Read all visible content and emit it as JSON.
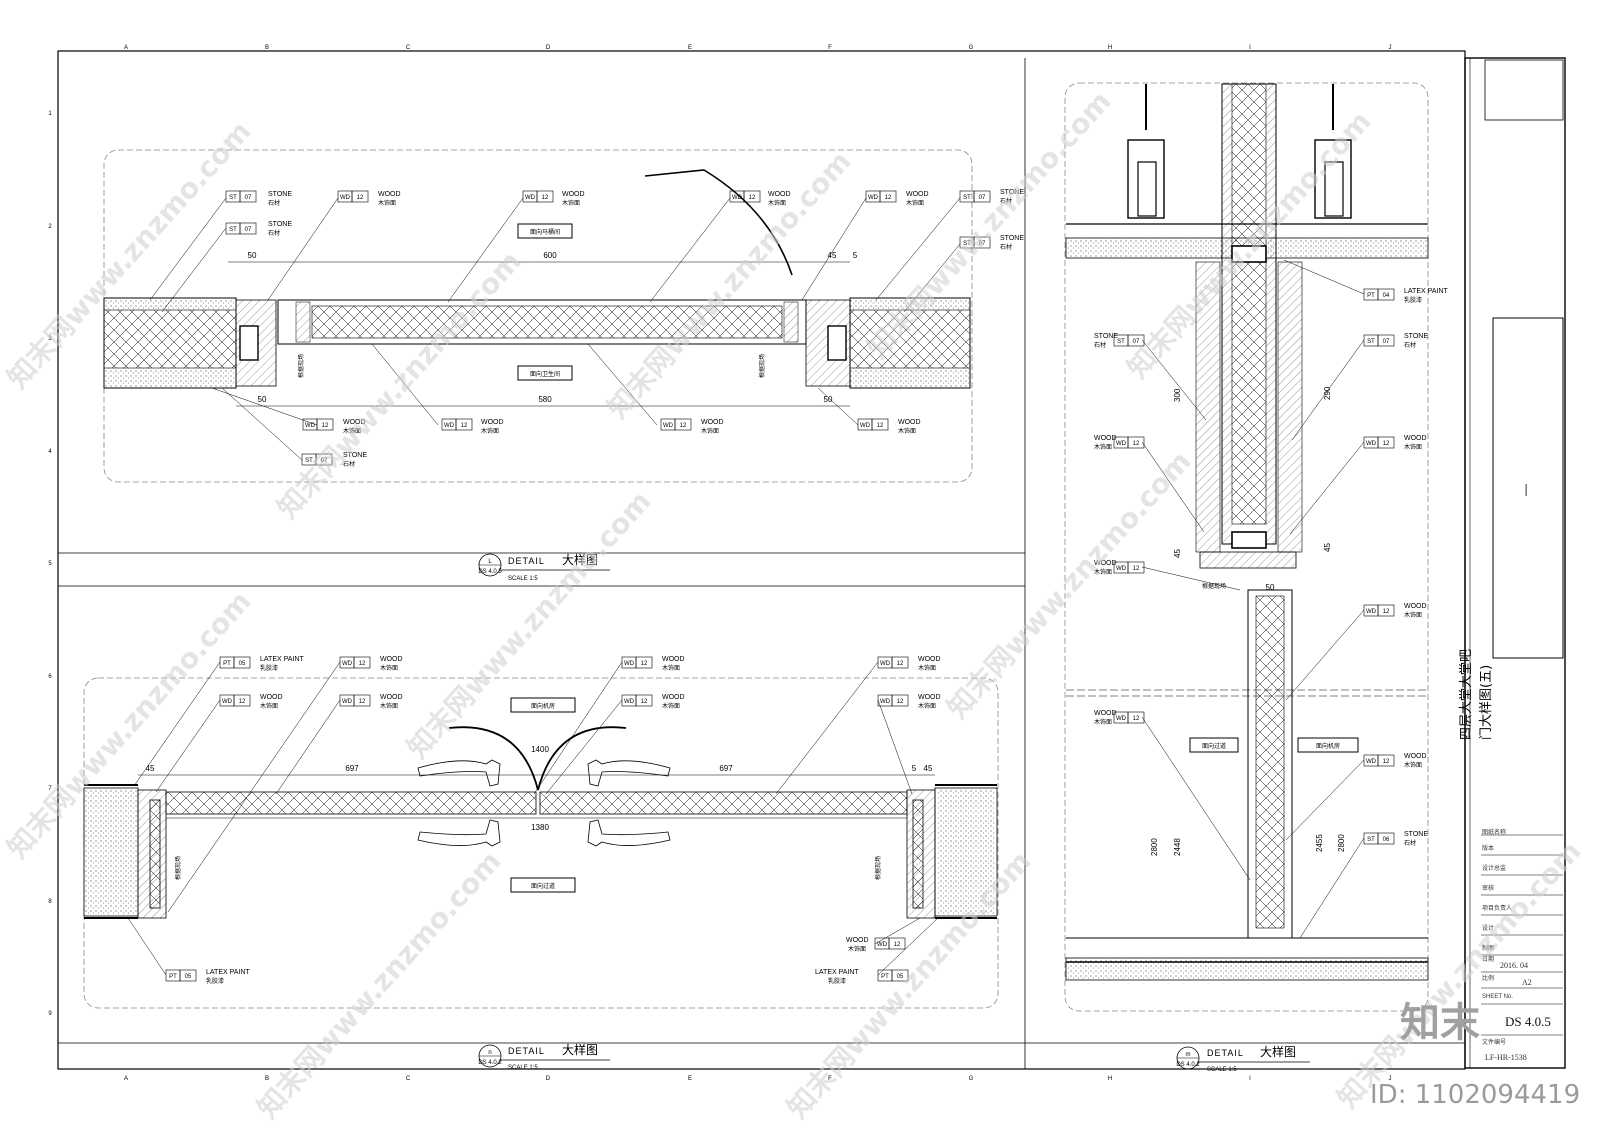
{
  "grid": {
    "columns": [
      "A",
      "B",
      "C",
      "D",
      "E",
      "F",
      "G",
      "H",
      "I",
      "J"
    ],
    "rows": [
      "1",
      "2",
      "3",
      "4",
      "5",
      "6",
      "7",
      "8",
      "9"
    ]
  },
  "tags": {
    "st07": {
      "code": "ST",
      "num": "07",
      "en": "STONE",
      "cn": "石材"
    },
    "st06": {
      "code": "ST",
      "num": "06",
      "en": "STONE",
      "cn": "石材"
    },
    "wd12": {
      "code": "WD",
      "num": "12",
      "en": "WOOD",
      "cn": "木饰面"
    },
    "pt05": {
      "code": "PT",
      "num": "05",
      "en": "LATEX PAINT",
      "cn": "乳胶漆"
    },
    "pt04": {
      "code": "PT",
      "num": "04",
      "en": "LATEX PAINT",
      "cn": "乳胶漆"
    }
  },
  "detail_l": {
    "room_top": "面向马桶间",
    "room_bottom": "面向卫生间",
    "dims": [
      "50",
      "600",
      "45",
      "5",
      "50",
      "580",
      "50"
    ],
    "vertical_note": "根据现场"
  },
  "detail_n": {
    "room_top": "面向机房",
    "room_bottom": "面向过道",
    "dims": [
      "45",
      "1400",
      "697",
      "697",
      "45",
      "1380",
      "5"
    ],
    "vertical_note": "根据现场"
  },
  "detail_m": {
    "room_left": "面向过道",
    "room_right": "面向机房",
    "dims_v": [
      "300",
      "290",
      "45",
      "45",
      "2800",
      "2448",
      "2455",
      "2800"
    ],
    "dims_h": [
      "50"
    ],
    "vertical_note": "根据现场"
  },
  "titles": {
    "l": {
      "letter": "L",
      "ref": "DS 4.0.5",
      "label": "DETAIL",
      "cn": "大样图",
      "scale": "SCALE   1:5"
    },
    "n": {
      "letter": "n",
      "ref": "DS 4.0.2",
      "label": "DETAIL",
      "cn": "大样图",
      "scale": "SCALE   1:5"
    },
    "m": {
      "letter": "m",
      "ref": "DS 4.0.2",
      "label": "DETAIL",
      "cn": "大样图",
      "scale": "SCALE   1:5"
    }
  },
  "title_block": {
    "dash": "—",
    "drawing_title_1": "四层大堂大堂吧",
    "drawing_title_2": "门大样图(五)",
    "date": "2016. 04",
    "scale": "A2",
    "sheet_no": "DS 4.0.5",
    "project_no": "LF-HR-1538",
    "sheet_label": "SHEET No.",
    "rows": [
      "图纸名称",
      "版本",
      "设计总监",
      "审核",
      "项目负责人",
      "设计",
      "制图",
      "日期",
      "比例",
      "文件编号"
    ]
  },
  "watermark": {
    "site": "知末网www.znzmo.com",
    "logo": "知末",
    "id": "ID: 1102094419"
  }
}
